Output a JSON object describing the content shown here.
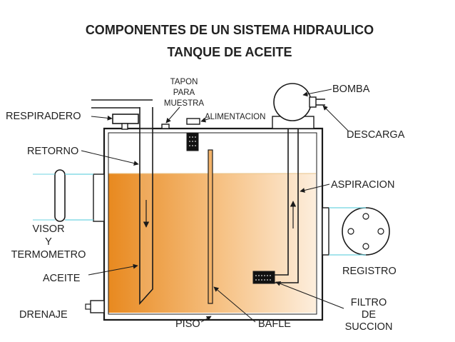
{
  "title": "COMPONENTES DE UN SISTEMA HIDRAULICO",
  "subtitle": "TANQUE DE ACEITE",
  "labels": {
    "respiradero": "RESPIRADERO",
    "tapon_line1": "TAPON",
    "tapon_line2": "PARA",
    "tapon_line3": "MUESTRA",
    "alimentacion": "ALIMENTACION",
    "bomba": "BOMBA",
    "descarga": "DESCARGA",
    "retorno": "RETORNO",
    "aspiracion": "ASPIRACION",
    "visor_line1": "VISOR",
    "visor_line2": "Y",
    "visor_line3": "TERMOMETRO",
    "registro": "REGISTRO",
    "aceite": "ACEITE",
    "filtro_line1": "FILTRO",
    "filtro_line2": "DE",
    "filtro_line3": "SUCCION",
    "drenaje": "DRENAJE",
    "piso": "PISO",
    "bafle": "BAFLE"
  },
  "colors": {
    "oil_dark": "#e8891f",
    "oil_light": "#fde9cf",
    "tank_outline": "#1a1a1a",
    "leader_line": "#1a1a1a",
    "sight_line": "#6fd3e0"
  }
}
